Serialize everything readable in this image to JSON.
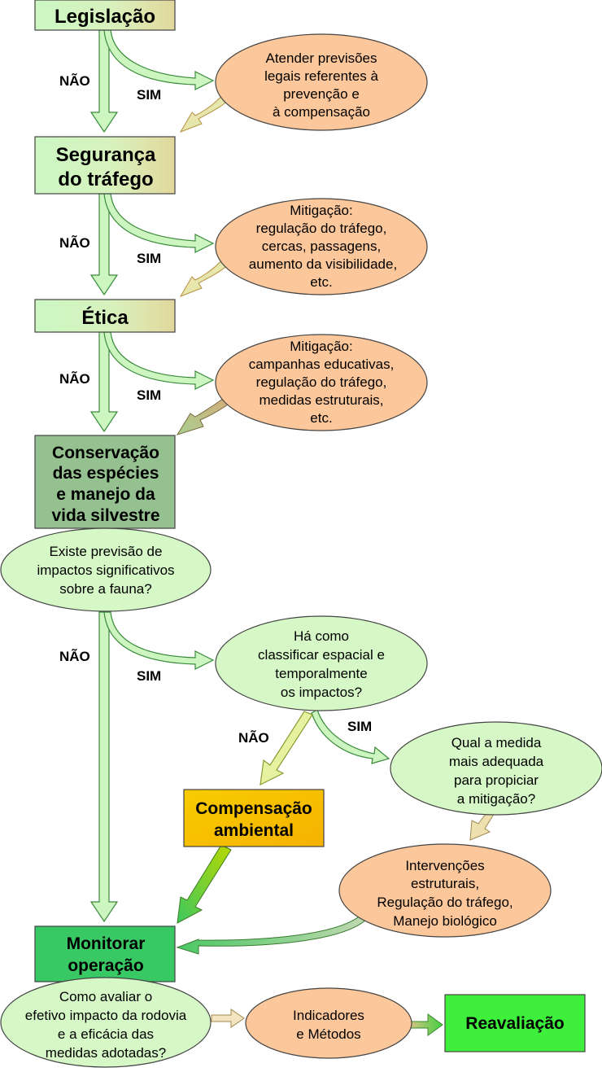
{
  "boxes": {
    "legislacao": [
      "Legislação"
    ],
    "seguranca": [
      "Segurança",
      "do tráfego"
    ],
    "etica": [
      "Ética"
    ],
    "conservacao": [
      "Conservação",
      "das espécies",
      "e manejo da",
      "vida silvestre"
    ],
    "compensacao": [
      "Compensação",
      "ambiental"
    ],
    "monitorar": [
      "Monitorar",
      "operação"
    ],
    "reavaliacao": [
      "Reavaliação"
    ]
  },
  "ellipses": {
    "atender": [
      "Atender previsões",
      "legais referentes à",
      "prevenção e",
      "à compensação"
    ],
    "mitigacao1": [
      "Mitigação:",
      "regulação do tráfego,",
      "cercas, passagens,",
      "aumento da visibilidade,",
      "etc."
    ],
    "mitigacao2": [
      "Mitigação:",
      "campanhas educativas,",
      "regulação do tráfego,",
      "medidas estruturais,",
      "etc."
    ],
    "existe": [
      "Existe previsão de",
      "impactos significativos",
      "sobre a fauna?"
    ],
    "ha_como": [
      "Há como",
      "classificar espacial e",
      "temporalmente",
      "os impactos?"
    ],
    "qual": [
      "Qual a medida",
      "mais adequada",
      "para propiciar",
      "a mitigação?"
    ],
    "intervencoes": [
      "Intervenções",
      "estruturais,",
      "Regulação do tráfego,",
      "Manejo biológico"
    ],
    "como_avaliar": [
      "Como avaliar o",
      "efetivo impacto da rodovia",
      "e a eficácia das",
      "medidas adotadas?"
    ],
    "indicadores": [
      "Indicadores",
      "e Métodos"
    ]
  },
  "labels": {
    "no": "NÃO",
    "yes": "SIM"
  },
  "colors": {
    "box_light_green": "#ccf5c0",
    "box_tan": "#e3d9a0",
    "ellipse_orange": "#fcc79a",
    "ellipse_green": "#d6f8c7",
    "conservacao": "#94c18f",
    "compensacao": "#f8bf00",
    "monitorar": "#38c965",
    "reavaliacao": "#3ef03c"
  }
}
